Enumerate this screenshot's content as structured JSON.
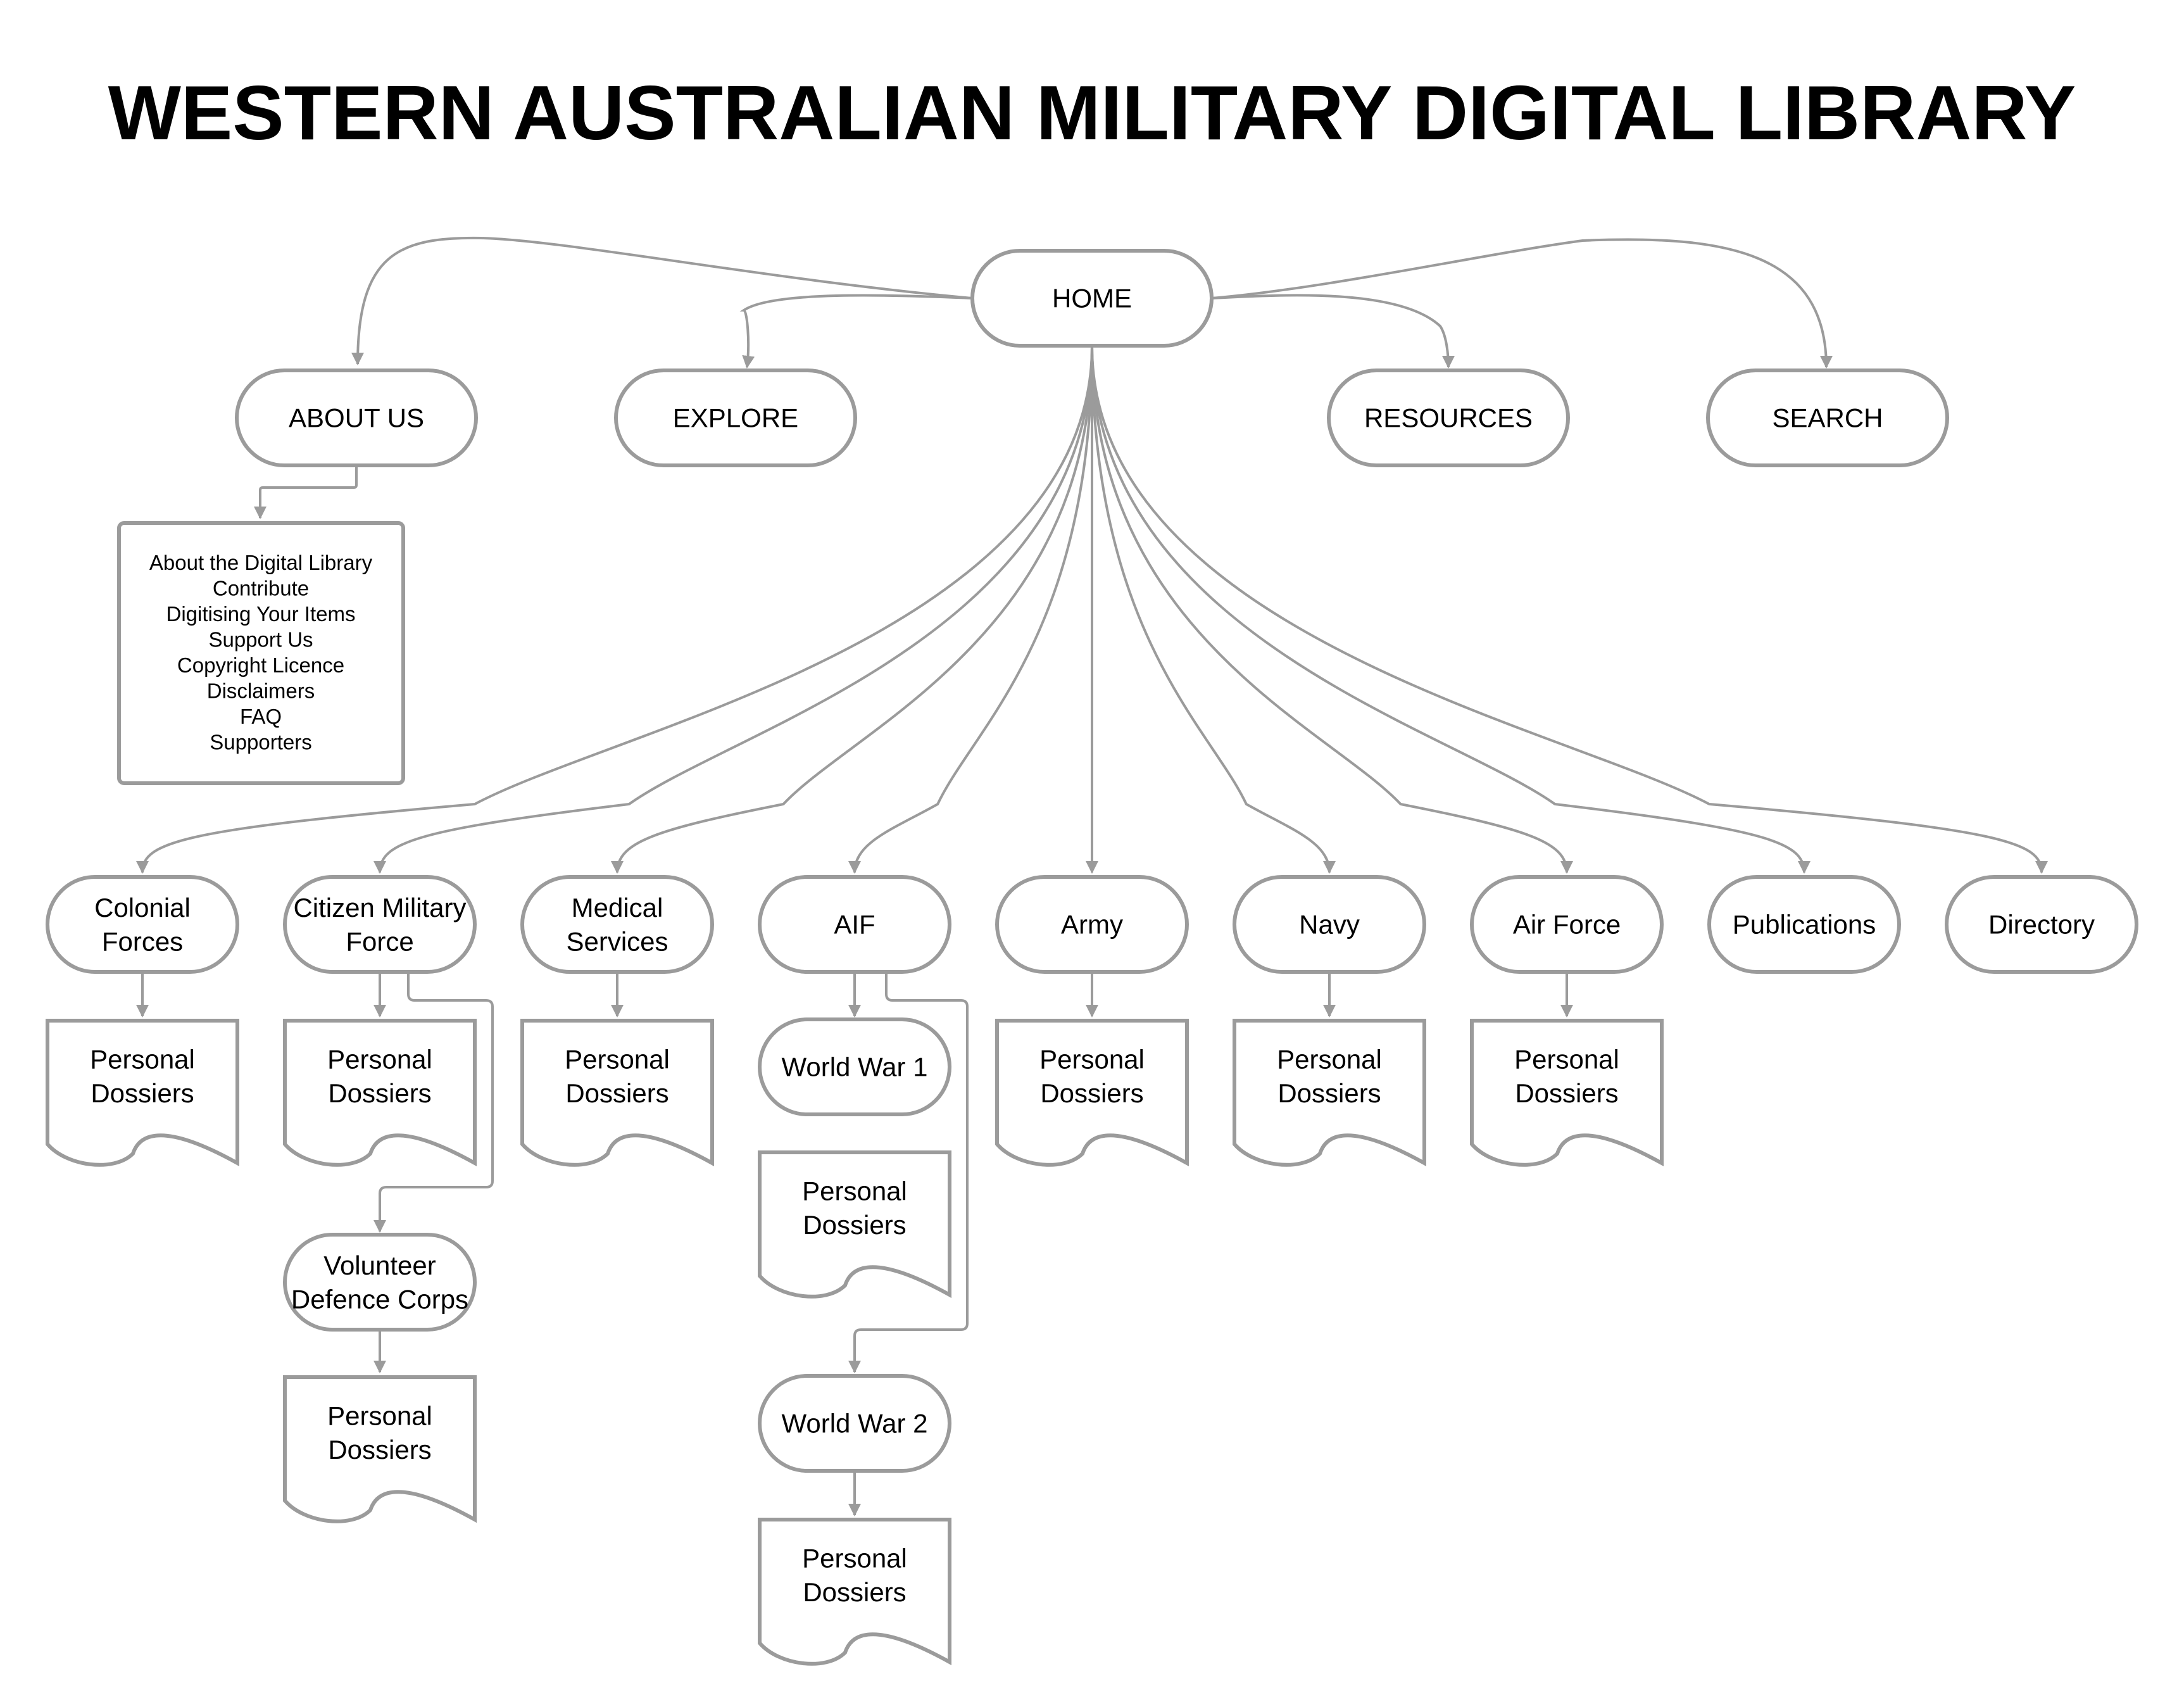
{
  "title": "WESTERN AUSTRALIAN MILITARY DIGITAL LIBRARY",
  "colors": {
    "stroke": "#9b9b9b",
    "text": "#000000",
    "background": "#ffffff"
  },
  "nodes": {
    "home": "HOME",
    "about": "ABOUT US",
    "explore": "EXPLORE",
    "resources": "RESOURCES",
    "search": "SEARCH",
    "colonial": [
      "Colonial",
      "Forces"
    ],
    "cmf": [
      "Citizen Military",
      "Force"
    ],
    "medical": [
      "Medical",
      "Services"
    ],
    "aif": "AIF",
    "army": "Army",
    "navy": "Navy",
    "airforce": "Air Force",
    "publications": "Publications",
    "directory": "Directory",
    "ww1": "World War 1",
    "ww2": "World War 2",
    "vdc": [
      "Volunteer",
      "Defence Corps"
    ],
    "dossier": [
      "Personal",
      "Dossiers"
    ]
  },
  "about_list": [
    "About the Digital Library",
    "Contribute",
    "Digitising Your Items",
    "Support Us",
    "Copyright Licence",
    "Disclaimers",
    "FAQ",
    "Supporters"
  ]
}
